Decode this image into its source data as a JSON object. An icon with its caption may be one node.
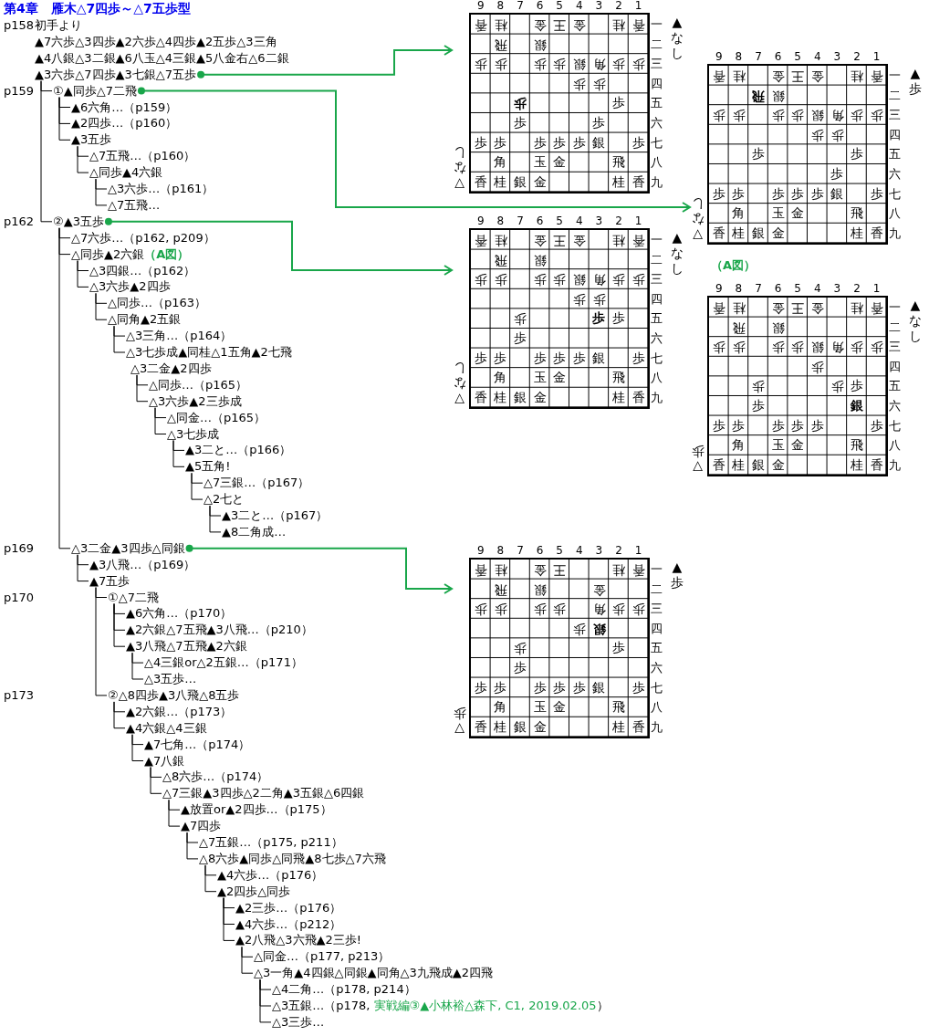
{
  "diagram": {
    "title": "第4章　雁木△7四歩～△7五歩型",
    "nodes": [
      {
        "text": [
          "初手より"
        ]
      },
      {
        "text": [
          "▲7六歩△3四歩▲2六歩△4四歩▲2五歩△3三角"
        ]
      },
      {
        "text": [
          "▲4八銀△3二銀▲6八玉△4三銀▲5八金右△6二銀"
        ]
      },
      {
        "text": [
          "▲3六歩△7四歩▲3七銀△7五歩"
        ]
      },
      {
        "text": [
          "①▲同歩△7二飛"
        ]
      },
      {
        "text": [
          "▲6六角…（p159）"
        ]
      },
      {
        "text": [
          "▲2四歩…（p160）"
        ]
      },
      {
        "text": [
          "▲3五歩"
        ]
      },
      {
        "text": [
          "△7五飛…（p160）"
        ]
      },
      {
        "text": [
          "△同歩▲4六銀"
        ]
      },
      {
        "text": [
          "△3六歩…（p161）"
        ]
      },
      {
        "text": [
          "△7五飛…"
        ]
      },
      {
        "text": [
          "②▲3五歩"
        ]
      },
      {
        "text": [
          "△7六歩…（p162, p209）"
        ]
      },
      {
        "text": [
          "△同歩▲2六銀",
          "（A図）"
        ]
      },
      {
        "text": [
          "△3四銀…（p162）"
        ]
      },
      {
        "text": [
          "△3六歩▲2四歩"
        ]
      },
      {
        "text": [
          "△同歩…（p163）"
        ]
      },
      {
        "text": [
          "△同角▲2五銀"
        ]
      },
      {
        "text": [
          "△3三角…（p164）"
        ]
      },
      {
        "text": [
          "△3七歩成▲同桂△1五角▲2七飛"
        ]
      },
      {
        "text": [
          "△3二金▲2四歩"
        ]
      },
      {
        "text": [
          "△同歩…（p165）"
        ]
      },
      {
        "text": [
          "△3六歩▲2三歩成"
        ]
      },
      {
        "text": [
          "△同金…（p165）"
        ]
      },
      {
        "text": [
          "△3七歩成"
        ]
      },
      {
        "text": [
          "▲3二と…（p166）"
        ]
      },
      {
        "text": [
          "▲5五角!"
        ]
      },
      {
        "text": [
          "△7三銀…（p167）"
        ]
      },
      {
        "text": [
          "△2七と"
        ]
      },
      {
        "text": [
          "▲3二と…（p167）"
        ]
      },
      {
        "text": [
          "▲8二角成…"
        ]
      },
      {
        "text": [
          "△3二金▲3四歩△同銀"
        ]
      },
      {
        "text": [
          "▲3八飛…（p169）"
        ]
      },
      {
        "text": [
          "▲7五歩"
        ]
      },
      {
        "text": [
          "①△7二飛"
        ]
      },
      {
        "text": [
          "▲6六角…（p170）"
        ]
      },
      {
        "text": [
          "▲2六銀△7五飛▲3八飛…（p210）"
        ]
      },
      {
        "text": [
          "▲3八飛△7五飛▲2六銀"
        ]
      },
      {
        "text": [
          "△4三銀or△2五銀…（p171）"
        ]
      },
      {
        "text": [
          "△3五歩…"
        ]
      },
      {
        "text": [
          "②△8四歩▲3八飛△8五歩"
        ]
      },
      {
        "text": [
          "▲2六銀…（p173）"
        ]
      },
      {
        "text": [
          "▲4六銀△4三銀"
        ]
      },
      {
        "text": [
          "▲7七角…（p174）"
        ]
      },
      {
        "text": [
          "▲7八銀"
        ]
      },
      {
        "text": [
          "△8六歩…（p174）"
        ]
      },
      {
        "text": [
          "△7三銀▲3四歩△2二角▲3五銀△6四銀"
        ]
      },
      {
        "text": [
          "▲放置or▲2四歩…（p175）"
        ]
      },
      {
        "text": [
          "▲7四歩"
        ]
      },
      {
        "text": [
          "△7五銀…（p175, p211）"
        ]
      },
      {
        "text": [
          "△8六歩▲同歩△同飛▲8七歩△7六飛"
        ]
      },
      {
        "text": [
          "▲4六歩…（p176）"
        ]
      },
      {
        "text": [
          "▲2四歩△同歩"
        ]
      },
      {
        "text": [
          "▲2三歩…（p176）"
        ]
      },
      {
        "text": [
          "▲4六歩…（p212）"
        ]
      },
      {
        "text": [
          "▲2八飛△3六飛▲2三歩!"
        ]
      },
      {
        "text": [
          "△同金…（p177, p213）"
        ]
      },
      {
        "text": [
          "△3一角▲4四銀△同銀▲同角△3九飛成▲2四飛"
        ]
      },
      {
        "text": [
          "△4二角…（p178, p214）"
        ]
      },
      {
        "text": [
          "△3五銀…（p178, ",
          "実戦編③▲小林裕△森下, C1, 2019.02.05",
          "）"
        ]
      },
      {
        "text": [
          "△3三歩…"
        ]
      },
      {
        "text": [
          "9",
          "8",
          "7",
          "6",
          "5",
          "4",
          "3",
          "2",
          "1",
          "香",
          "桂",
          "金",
          "王",
          "金",
          "桂",
          "香",
          "一",
          "飛",
          "銀",
          "二",
          "歩",
          "歩",
          "歩",
          "歩",
          "銀",
          "角",
          "歩",
          "歩",
          "三",
          "歩",
          "歩",
          "四",
          "歩",
          "歩",
          "五",
          "歩",
          "歩",
          "六",
          "歩",
          "歩",
          "歩",
          "歩",
          "歩",
          "銀",
          "歩",
          "七",
          "角",
          "玉",
          "金",
          "飛",
          "八",
          "香",
          "桂",
          "銀",
          "金",
          "桂",
          "香",
          "九",
          "▲なし",
          "▽なし"
        ]
      },
      {
        "text": [
          "9",
          "8",
          "7",
          "6",
          "5",
          "4",
          "3",
          "2",
          "1",
          "香",
          "桂",
          "金",
          "王",
          "金",
          "桂",
          "香",
          "一",
          "飛",
          "銀",
          "二",
          "歩",
          "歩",
          "歩",
          "歩",
          "銀",
          "角",
          "歩",
          "歩",
          "三",
          "歩",
          "歩",
          "四",
          "歩",
          "歩",
          "五",
          "歩",
          "六",
          "歩",
          "歩",
          "歩",
          "歩",
          "歩",
          "銀",
          "歩",
          "七",
          "角",
          "玉",
          "金",
          "飛",
          "八",
          "香",
          "桂",
          "銀",
          "金",
          "桂",
          "香",
          "九",
          "▲歩",
          "▽なし"
        ]
      },
      {
        "text": [
          "9",
          "8",
          "7",
          "6",
          "5",
          "4",
          "3",
          "2",
          "1",
          "香",
          "桂",
          "金",
          "王",
          "金",
          "桂",
          "香",
          "一",
          "飛",
          "銀",
          "二",
          "歩",
          "歩",
          "歩",
          "歩",
          "銀",
          "角",
          "歩",
          "歩",
          "三",
          "歩",
          "歩",
          "四",
          "歩",
          "歩",
          "歩",
          "五",
          "歩",
          "六",
          "歩",
          "歩",
          "歩",
          "歩",
          "歩",
          "銀",
          "歩",
          "七",
          "角",
          "玉",
          "金",
          "飛",
          "八",
          "香",
          "桂",
          "銀",
          "金",
          "桂",
          "香",
          "九",
          "▲なし",
          "▽なし"
        ]
      },
      {
        "text": [
          "（A図）",
          "9",
          "8",
          "7",
          "6",
          "5",
          "4",
          "3",
          "2",
          "1",
          "香",
          "桂",
          "金",
          "王",
          "金",
          "桂",
          "香",
          "一",
          "飛",
          "銀",
          "二",
          "歩",
          "歩",
          "歩",
          "歩",
          "銀",
          "角",
          "歩",
          "歩",
          "三",
          "歩",
          "四",
          "歩",
          "歩",
          "歩",
          "五",
          "歩",
          "銀",
          "六",
          "歩",
          "歩",
          "歩",
          "歩",
          "歩",
          "歩",
          "七",
          "角",
          "玉",
          "金",
          "飛",
          "八",
          "香",
          "桂",
          "銀",
          "金",
          "桂",
          "香",
          "九",
          "▲なし",
          "▽歩"
        ]
      },
      {
        "text": [
          "9",
          "8",
          "7",
          "6",
          "5",
          "4",
          "3",
          "2",
          "1",
          "香",
          "桂",
          "金",
          "王",
          "桂",
          "香",
          "一",
          "飛",
          "銀",
          "金",
          "二",
          "歩",
          "歩",
          "歩",
          "歩",
          "角",
          "歩",
          "歩",
          "三",
          "歩",
          "銀",
          "四",
          "歩",
          "歩",
          "五",
          "歩",
          "六",
          "歩",
          "歩",
          "歩",
          "歩",
          "歩",
          "銀",
          "歩",
          "七",
          "角",
          "玉",
          "金",
          "飛",
          "八",
          "香",
          "桂",
          "銀",
          "金",
          "桂",
          "香",
          "九",
          "▲歩",
          "▽歩"
        ]
      }
    ],
    "edges": [
      {
        "from": 3,
        "to": 4,
        "arrow": "none"
      },
      {
        "from": 4,
        "to": 5,
        "arrow": "none"
      },
      {
        "from": 4,
        "to": 6,
        "arrow": "none"
      },
      {
        "from": 4,
        "to": 7,
        "arrow": "none"
      },
      {
        "from": 7,
        "to": 8,
        "arrow": "none"
      },
      {
        "from": 7,
        "to": 9,
        "arrow": "none"
      },
      {
        "from": 9,
        "to": 10,
        "arrow": "none"
      },
      {
        "from": 9,
        "to": 11,
        "arrow": "none"
      },
      {
        "from": 3,
        "to": 12,
        "arrow": "none"
      },
      {
        "from": 12,
        "to": 13,
        "arrow": "none"
      },
      {
        "from": 12,
        "to": 14,
        "arrow": "none"
      },
      {
        "from": 14,
        "to": 15,
        "arrow": "none"
      },
      {
        "from": 14,
        "to": 16,
        "arrow": "none"
      },
      {
        "from": 16,
        "to": 17,
        "arrow": "none"
      },
      {
        "from": 16,
        "to": 18,
        "arrow": "none"
      },
      {
        "from": 18,
        "to": 19,
        "arrow": "none"
      },
      {
        "from": 18,
        "to": 20,
        "arrow": "none"
      },
      {
        "from": 21,
        "to": 22,
        "arrow": "none"
      },
      {
        "from": 21,
        "to": 23,
        "arrow": "none"
      },
      {
        "from": 23,
        "to": 24,
        "arrow": "none"
      },
      {
        "from": 23,
        "to": 25,
        "arrow": "none"
      },
      {
        "from": 25,
        "to": 26,
        "arrow": "none"
      },
      {
        "from": 25,
        "to": 27,
        "arrow": "none"
      },
      {
        "from": 27,
        "to": 28,
        "arrow": "none"
      },
      {
        "from": 27,
        "to": 29,
        "arrow": "none"
      },
      {
        "from": 29,
        "to": 30,
        "arrow": "none"
      },
      {
        "from": 29,
        "to": 31,
        "arrow": "none"
      },
      {
        "from": 12,
        "to": 32,
        "arrow": "none"
      },
      {
        "from": 32,
        "to": 33,
        "arrow": "none"
      },
      {
        "from": 32,
        "to": 34,
        "arrow": "none"
      },
      {
        "from": 34,
        "to": 35,
        "arrow": "none"
      },
      {
        "from": 35,
        "to": 36,
        "arrow": "none"
      },
      {
        "from": 35,
        "to": 37,
        "arrow": "none"
      },
      {
        "from": 35,
        "to": 38,
        "arrow": "none"
      },
      {
        "from": 38,
        "to": 39,
        "arrow": "none"
      },
      {
        "from": 38,
        "to": 40,
        "arrow": "none"
      },
      {
        "from": 34,
        "to": 41,
        "arrow": "none"
      },
      {
        "from": 41,
        "to": 42,
        "arrow": "none"
      },
      {
        "from": 41,
        "to": 43,
        "arrow": "none"
      },
      {
        "from": 43,
        "to": 44,
        "arrow": "none"
      },
      {
        "from": 43,
        "to": 45,
        "arrow": "none"
      },
      {
        "from": 45,
        "to": 46,
        "arrow": "none"
      },
      {
        "from": 45,
        "to": 47,
        "arrow": "none"
      },
      {
        "from": 47,
        "to": 48,
        "arrow": "none"
      },
      {
        "from": 47,
        "to": 49,
        "arrow": "none"
      },
      {
        "from": 49,
        "to": 50,
        "arrow": "none"
      },
      {
        "from": 49,
        "to": 51,
        "arrow": "none"
      },
      {
        "from": 51,
        "to": 52,
        "arrow": "none"
      },
      {
        "from": 51,
        "to": 53,
        "arrow": "none"
      },
      {
        "from": 53,
        "to": 54,
        "arrow": "none"
      },
      {
        "from": 53,
        "to": 55,
        "arrow": "none"
      },
      {
        "from": 53,
        "to": 56,
        "arrow": "none"
      },
      {
        "from": 56,
        "to": 57,
        "arrow": "none"
      },
      {
        "from": 56,
        "to": 58,
        "arrow": "none"
      },
      {
        "from": 58,
        "to": 59,
        "arrow": "none"
      },
      {
        "from": 58,
        "to": 60,
        "arrow": "none"
      },
      {
        "from": 58,
        "to": 61,
        "arrow": "none"
      },
      {
        "from": 3,
        "to": 62,
        "arrow": "to",
        "color": "#19a64a"
      },
      {
        "from": 4,
        "to": 63,
        "arrow": "to",
        "color": "#19a64a"
      },
      {
        "from": 12,
        "to": 64,
        "arrow": "to",
        "color": "#19a64a"
      },
      {
        "from": 32,
        "to": 66,
        "arrow": "to",
        "color": "#19a64a"
      }
    ],
    "labels": [
      "p158",
      "p159",
      "p162",
      "p169",
      "p170",
      "p173"
    ]
  }
}
